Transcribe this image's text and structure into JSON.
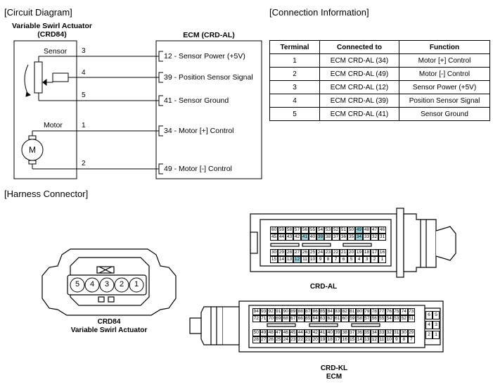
{
  "sections": {
    "circuit_diagram": "[Circuit Diagram]",
    "connection_information": "[Connection Information]",
    "harness_connector": "[Harness Connector]"
  },
  "actuator": {
    "title_line1": "Variable Swirl Actuator",
    "title_line2": "(CRD84)",
    "sensor_label": "Sensor",
    "motor_label": "Motor",
    "motor_symbol": "M",
    "pins": [
      "3",
      "4",
      "5",
      "1",
      "2"
    ]
  },
  "ecm": {
    "title": "ECM (CRD-AL)",
    "signals": [
      "12 - Sensor Power (+5V)",
      "39 - Position Sensor Signal",
      "41 - Sensor Ground",
      "34 - Motor [+] Control",
      "49 - Motor [-] Control"
    ]
  },
  "connection_table": {
    "headers": [
      "Terminal",
      "Connected to",
      "Function"
    ],
    "rows": [
      [
        "1",
        "ECM CRD-AL (34)",
        "Motor [+] Control"
      ],
      [
        "2",
        "ECM CRD-AL (49)",
        "Motor [-] Control"
      ],
      [
        "3",
        "ECM CRD-AL (12)",
        "Sensor Power (+5V)"
      ],
      [
        "4",
        "ECM CRD-AL (39)",
        "Position Sensor Signal"
      ],
      [
        "5",
        "ECM CRD-AL (41)",
        "Sensor Ground"
      ]
    ]
  },
  "crd84_connector": {
    "pins": [
      "5",
      "4",
      "3",
      "2",
      "1"
    ],
    "caption_line1": "CRD84",
    "caption_line2": "Variable Swirl Actuator"
  },
  "crd_al_connector": {
    "caption": "CRD-AL",
    "highlight_color": "#9ccfd8",
    "rows": [
      [
        "60",
        "59",
        "58",
        "57",
        "56",
        "55",
        "54",
        "53",
        "52",
        "51",
        "50",
        "49",
        "48",
        "47",
        "46"
      ],
      [
        "45",
        "44",
        "43",
        "42",
        "41",
        "40",
        "39",
        "38",
        "37",
        "36",
        "35",
        "34",
        "33",
        "32",
        "31"
      ],
      [
        "30",
        "29",
        "28",
        "27",
        "26",
        "25",
        "24",
        "23",
        "22",
        "21",
        "20",
        "19",
        "18",
        "17",
        "16"
      ],
      [
        "15",
        "14",
        "13",
        "12",
        "11",
        "10",
        "9",
        "8",
        "7",
        "6",
        "5",
        "4",
        "3",
        "2",
        "1"
      ]
    ]
  },
  "crd_kl_connector": {
    "caption_line1": "CRD-KL",
    "caption_line2": "ECM",
    "rows": [
      [
        "94",
        "93",
        "92",
        "91",
        "90",
        "89",
        "88",
        "87",
        "86",
        "85",
        "84",
        "83",
        "82",
        "81",
        "80",
        "79",
        "78",
        "77",
        "76",
        "75",
        "74",
        "73"
      ],
      [
        "72",
        "71",
        "70",
        "69",
        "68",
        "67",
        "66",
        "65",
        "64",
        "63",
        "62",
        "61",
        "60",
        "59",
        "58",
        "57",
        "56",
        "55",
        "54",
        "53",
        "52",
        "51"
      ],
      [
        "50",
        "49",
        "48",
        "47",
        "46",
        "45",
        "44",
        "43",
        "42",
        "41",
        "40",
        "39",
        "38",
        "37",
        "36",
        "35",
        "34",
        "33",
        "32",
        "31",
        "30",
        "29"
      ],
      [
        "28",
        "27",
        "26",
        "25",
        "24",
        "23",
        "22",
        "21",
        "20",
        "19",
        "18",
        "17",
        "16",
        "15",
        "14",
        "13",
        "12",
        "11",
        "10",
        "9",
        "8",
        "7"
      ]
    ],
    "side_rows": [
      [
        "6",
        "5"
      ],
      [
        "4",
        "3"
      ],
      [
        "2",
        "1"
      ]
    ]
  }
}
